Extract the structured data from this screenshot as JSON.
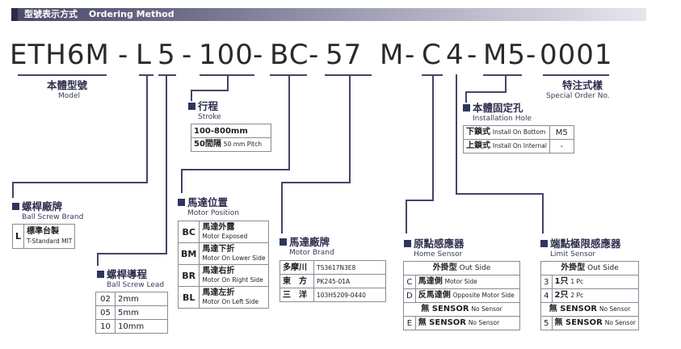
{
  "header": {
    "title_zh": "型號表示方式",
    "title_en": "Ordering Method"
  },
  "model_code": {
    "parts": [
      "ETH6M",
      "-",
      "L",
      "5",
      "-",
      "100",
      "-",
      "BC",
      "-",
      "57",
      "M",
      "-",
      "C",
      "4",
      "-",
      "M5",
      "-",
      "0001"
    ]
  },
  "model": {
    "title": "本體型號",
    "subtitle": "Model"
  },
  "special": {
    "title": "特注式樣",
    "subtitle": "Special Order No."
  },
  "stroke": {
    "title": "行程",
    "subtitle": "Stroke",
    "rows": [
      {
        "value": "100-800mm",
        "note": ""
      },
      {
        "value": "50間隔",
        "note": "50 mm Pitch"
      }
    ]
  },
  "installation": {
    "title": "本體固定孔",
    "subtitle": "Installation Hole",
    "rows": [
      {
        "zh": "下鎖式",
        "en": "Install On Bottom",
        "code": "M5"
      },
      {
        "zh": "上鎖式",
        "en": "Install On Internal",
        "code": "-"
      }
    ]
  },
  "ball_screw_brand": {
    "title": "螺桿廠牌",
    "subtitle": "Ball Screw Brand",
    "rows": [
      {
        "code": "L",
        "zh": "標準台製",
        "en": "T-Standard MIT"
      }
    ]
  },
  "ball_screw_lead": {
    "title": "螺桿導程",
    "subtitle": "Ball Screw Lead",
    "rows": [
      {
        "code": "02",
        "value": "2mm"
      },
      {
        "code": "05",
        "value": "5mm"
      },
      {
        "code": "10",
        "value": "10mm"
      }
    ]
  },
  "motor_position": {
    "title": "馬達位置",
    "subtitle": "Motor Position",
    "rows": [
      {
        "code": "BC",
        "zh": "馬達外露",
        "en": "Motor Exposed"
      },
      {
        "code": "BM",
        "zh": "馬達下折",
        "en": "Motor On Lower Side"
      },
      {
        "code": "BR",
        "zh": "馬達右折",
        "en": "Motor On Right Side"
      },
      {
        "code": "BL",
        "zh": "馬達左折",
        "en": "Motor On Left Side"
      }
    ]
  },
  "motor_brand": {
    "title": "馬達廠牌",
    "subtitle": "Motor Brand",
    "rows": [
      {
        "brand": "多摩川",
        "model": "TS3617N3E8"
      },
      {
        "brand": "東　方",
        "model": "PK245-01A"
      },
      {
        "brand": "三　洋",
        "model": "103H5209-0440"
      }
    ]
  },
  "home_sensor": {
    "title": "原點感應器",
    "subtitle": "Home Sensor",
    "header_zh": "外掛型",
    "header_en": "Out Side",
    "rows": [
      {
        "code": "C",
        "zh": "馬達側",
        "en": "Motor Side"
      },
      {
        "code": "D",
        "zh": "反馬達側",
        "en": "Opposite Motor Side"
      },
      {
        "code": "",
        "zh": "無 SENSOR",
        "en": "No Sensor"
      },
      {
        "code": "E",
        "zh": "無 SENSOR",
        "en": "No Sensor"
      }
    ]
  },
  "limit_sensor": {
    "title": "端點極限感應器",
    "subtitle": "Limit Sensor",
    "header_zh": "外掛型",
    "header_en": "Out Side",
    "rows": [
      {
        "code": "3",
        "zh": "1只",
        "en": "1 Pc"
      },
      {
        "code": "4",
        "zh": "2只",
        "en": "2 Pc"
      },
      {
        "code": "",
        "zh": "無 SENSOR",
        "en": "No Sensor"
      },
      {
        "code": "5",
        "zh": "無 SENSOR",
        "en": "No Sensor"
      }
    ]
  },
  "colors": {
    "accent": "#2e3560",
    "line": "#444466",
    "header_start": "#4a4a6a",
    "header_end": "#e6e6ee"
  }
}
